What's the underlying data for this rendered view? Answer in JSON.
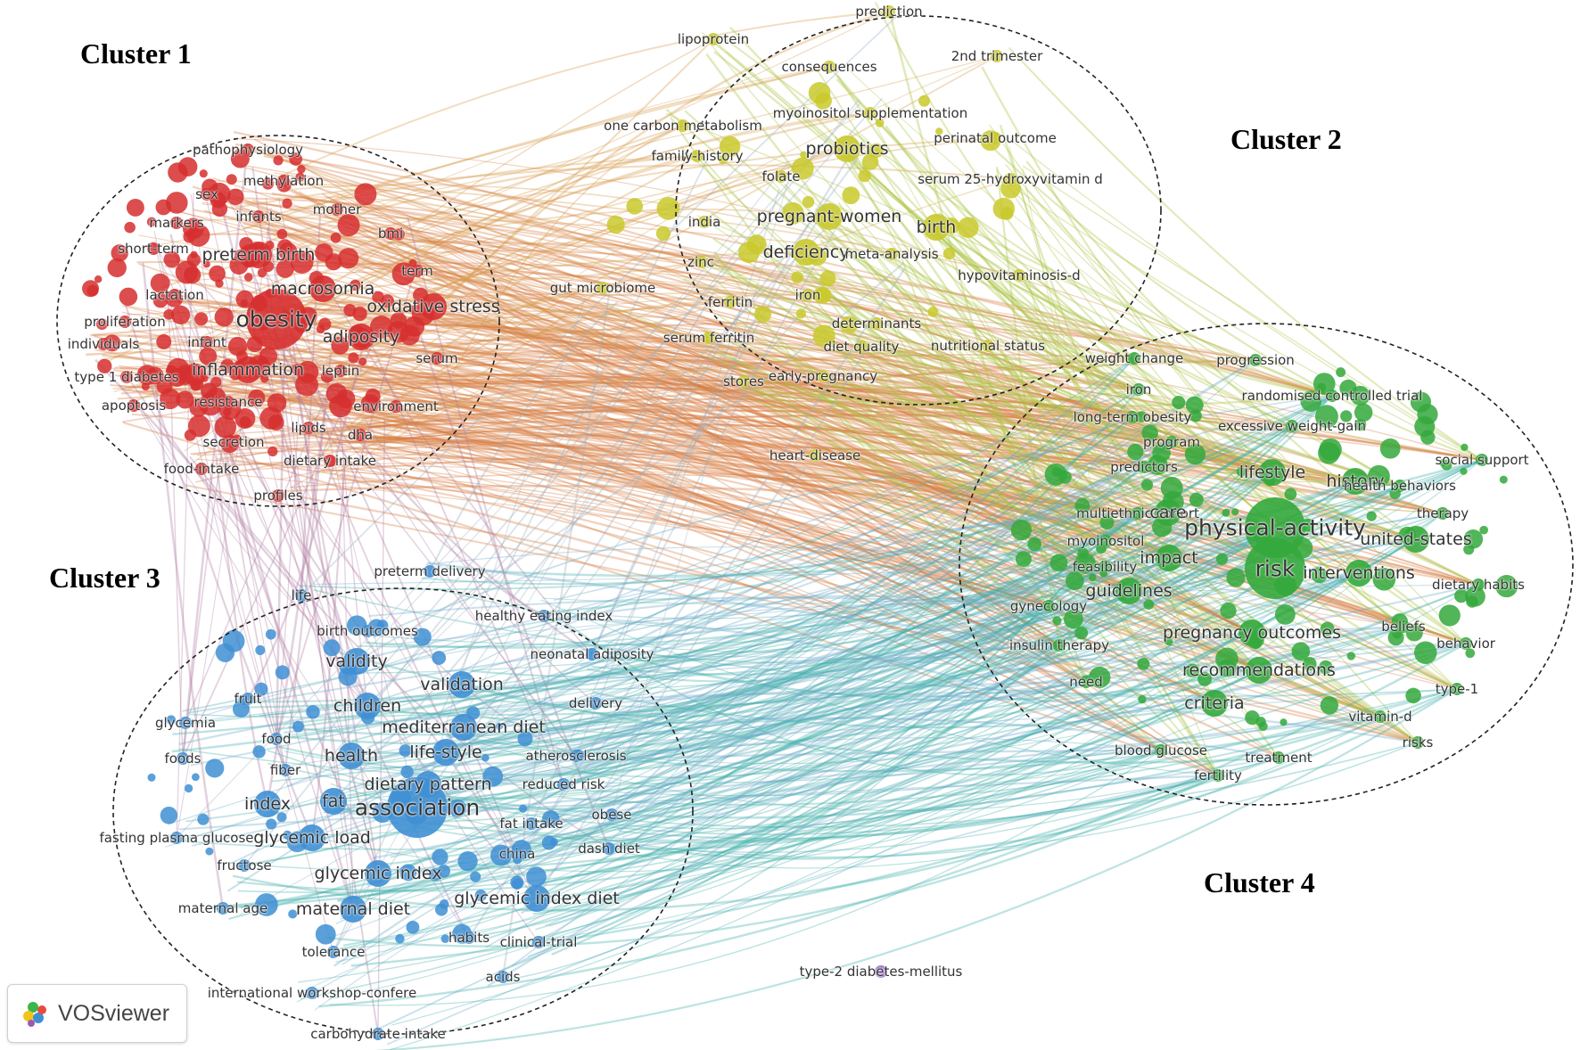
{
  "clusters": [
    {
      "key": "c1",
      "title": "Cluster 1",
      "color": "#d62f2f"
    },
    {
      "key": "c2",
      "title": "Cluster 2",
      "color": "#c9c92c"
    },
    {
      "key": "c3",
      "title": "Cluster 3",
      "color": "#3f8fd4"
    },
    {
      "key": "c4",
      "title": "Cluster 4",
      "color": "#34a83c"
    }
  ],
  "nodes": {
    "c1": [
      {
        "label": "pathophysiology",
        "w": 1
      },
      {
        "label": "methylation",
        "w": 1
      },
      {
        "label": "sex",
        "w": 1
      },
      {
        "label": "mother",
        "w": 1
      },
      {
        "label": "markers",
        "w": 1
      },
      {
        "label": "infants",
        "w": 1
      },
      {
        "label": "bmi",
        "w": 1
      },
      {
        "label": "short-term",
        "w": 1
      },
      {
        "label": "preterm birth",
        "w": 2
      },
      {
        "label": "term",
        "w": 1
      },
      {
        "label": "macrosomia",
        "w": 2
      },
      {
        "label": "lactation",
        "w": 1
      },
      {
        "label": "oxidative stress",
        "w": 2
      },
      {
        "label": "proliferation",
        "w": 1
      },
      {
        "label": "obesity",
        "w": 3
      },
      {
        "label": "individuals",
        "w": 1
      },
      {
        "label": "infant",
        "w": 1
      },
      {
        "label": "adiposity",
        "w": 2
      },
      {
        "label": "serum",
        "w": 1
      },
      {
        "label": "type 1 diabetes",
        "w": 1
      },
      {
        "label": "inflammation",
        "w": 2
      },
      {
        "label": "leptin",
        "w": 1
      },
      {
        "label": "apoptosis",
        "w": 1
      },
      {
        "label": "resistance",
        "w": 1
      },
      {
        "label": "environment",
        "w": 1
      },
      {
        "label": "secretion",
        "w": 1
      },
      {
        "label": "lipids",
        "w": 1
      },
      {
        "label": "dha",
        "w": 1
      },
      {
        "label": "food-intake",
        "w": 1
      },
      {
        "label": "dietary intake",
        "w": 1
      },
      {
        "label": "profiles",
        "w": 1
      }
    ],
    "c2": [
      {
        "label": "prediction",
        "w": 1
      },
      {
        "label": "lipoprotein",
        "w": 1
      },
      {
        "label": "2nd trimester",
        "w": 1
      },
      {
        "label": "consequences",
        "w": 1
      },
      {
        "label": "myoinositol supplementation",
        "w": 1
      },
      {
        "label": "one carbon metabolism",
        "w": 1
      },
      {
        "label": "perinatal outcome",
        "w": 1
      },
      {
        "label": "probiotics",
        "w": 2
      },
      {
        "label": "family-history",
        "w": 1
      },
      {
        "label": "folate",
        "w": 1
      },
      {
        "label": "serum 25-hydroxyvitamin d",
        "w": 1
      },
      {
        "label": "pregnant-women",
        "w": 2
      },
      {
        "label": "india",
        "w": 1
      },
      {
        "label": "birth",
        "w": 2
      },
      {
        "label": "deficiency",
        "w": 2
      },
      {
        "label": "meta-analysis",
        "w": 1
      },
      {
        "label": "zinc",
        "w": 1
      },
      {
        "label": "hypovitaminosis-d",
        "w": 1
      },
      {
        "label": "gut microbiome",
        "w": 1
      },
      {
        "label": "ferritin",
        "w": 1
      },
      {
        "label": "iron",
        "w": 1
      },
      {
        "label": "determinants",
        "w": 1
      },
      {
        "label": "serum ferritin",
        "w": 1
      },
      {
        "label": "diet quality",
        "w": 1
      },
      {
        "label": "nutritional status",
        "w": 1
      },
      {
        "label": "early-pregnancy",
        "w": 1
      },
      {
        "label": "stores",
        "w": 1
      },
      {
        "label": "heart-disease",
        "w": 1
      }
    ],
    "c3": [
      {
        "label": "preterm delivery",
        "w": 1
      },
      {
        "label": "life",
        "w": 1
      },
      {
        "label": "healthy eating index",
        "w": 1
      },
      {
        "label": "birth outcomes",
        "w": 1
      },
      {
        "label": "validity",
        "w": 2
      },
      {
        "label": "neonatal adiposity",
        "w": 1
      },
      {
        "label": "validation",
        "w": 2
      },
      {
        "label": "fruit",
        "w": 1
      },
      {
        "label": "children",
        "w": 2
      },
      {
        "label": "delivery",
        "w": 1
      },
      {
        "label": "glycemia",
        "w": 1
      },
      {
        "label": "mediterranean diet",
        "w": 2
      },
      {
        "label": "food",
        "w": 1
      },
      {
        "label": "health",
        "w": 2
      },
      {
        "label": "life-style",
        "w": 2
      },
      {
        "label": "atherosclerosis",
        "w": 1
      },
      {
        "label": "foods",
        "w": 1
      },
      {
        "label": "fiber",
        "w": 1
      },
      {
        "label": "dietary pattern",
        "w": 2
      },
      {
        "label": "reduced risk",
        "w": 1
      },
      {
        "label": "index",
        "w": 2
      },
      {
        "label": "fat",
        "w": 2
      },
      {
        "label": "association",
        "w": 3
      },
      {
        "label": "obese",
        "w": 1
      },
      {
        "label": "fat intake",
        "w": 1
      },
      {
        "label": "fasting plasma glucose",
        "w": 1
      },
      {
        "label": "glycemic load",
        "w": 2
      },
      {
        "label": "dash diet",
        "w": 1
      },
      {
        "label": "china",
        "w": 1
      },
      {
        "label": "fructose",
        "w": 1
      },
      {
        "label": "glycemic index",
        "w": 2
      },
      {
        "label": "glycemic index diet",
        "w": 2
      },
      {
        "label": "maternal age",
        "w": 1
      },
      {
        "label": "maternal diet",
        "w": 2
      },
      {
        "label": "habits",
        "w": 1
      },
      {
        "label": "clinical-trial",
        "w": 1
      },
      {
        "label": "tolerance",
        "w": 1
      },
      {
        "label": "acids",
        "w": 1
      },
      {
        "label": "international workshop-confere",
        "w": 1
      },
      {
        "label": "carbohydrate intake",
        "w": 1
      }
    ],
    "c4": [
      {
        "label": "weight change",
        "w": 1
      },
      {
        "label": "progression",
        "w": 1
      },
      {
        "label": "iron",
        "w": 1
      },
      {
        "label": "randomised controlled trial",
        "w": 1
      },
      {
        "label": "long-term obesity",
        "w": 1
      },
      {
        "label": "excessive weight-gain",
        "w": 1
      },
      {
        "label": "program",
        "w": 1
      },
      {
        "label": "lifestyle",
        "w": 2
      },
      {
        "label": "predictors",
        "w": 1
      },
      {
        "label": "social support",
        "w": 1
      },
      {
        "label": "history",
        "w": 2
      },
      {
        "label": "health behaviors",
        "w": 1
      },
      {
        "label": "multiethnic cohort",
        "w": 1
      },
      {
        "label": "care",
        "w": 2
      },
      {
        "label": "physical-activity",
        "w": 3
      },
      {
        "label": "therapy",
        "w": 1
      },
      {
        "label": "myoinositol",
        "w": 1
      },
      {
        "label": "united-states",
        "w": 2
      },
      {
        "label": "impact",
        "w": 2
      },
      {
        "label": "feasibility",
        "w": 1
      },
      {
        "label": "risk",
        "w": 3
      },
      {
        "label": "interventions",
        "w": 2
      },
      {
        "label": "dietary habits",
        "w": 1
      },
      {
        "label": "guidelines",
        "w": 2
      },
      {
        "label": "gynecology",
        "w": 1
      },
      {
        "label": "beliefs",
        "w": 1
      },
      {
        "label": "pregnancy outcomes",
        "w": 2
      },
      {
        "label": "behavior",
        "w": 1
      },
      {
        "label": "insulin therapy",
        "w": 1
      },
      {
        "label": "recommendations",
        "w": 2
      },
      {
        "label": "need",
        "w": 1
      },
      {
        "label": "type-1",
        "w": 1
      },
      {
        "label": "criteria",
        "w": 2
      },
      {
        "label": "vitamin-d",
        "w": 1
      },
      {
        "label": "risks",
        "w": 1
      },
      {
        "label": "blood glucose",
        "w": 1
      },
      {
        "label": "treatment",
        "w": 1
      },
      {
        "label": "fertility",
        "w": 1
      }
    ],
    "c5": [
      {
        "label": "type-2 diabetes-mellitus",
        "w": 1,
        "color": "#9b6fd1"
      }
    ]
  },
  "branding": {
    "text": "VOSviewer"
  }
}
